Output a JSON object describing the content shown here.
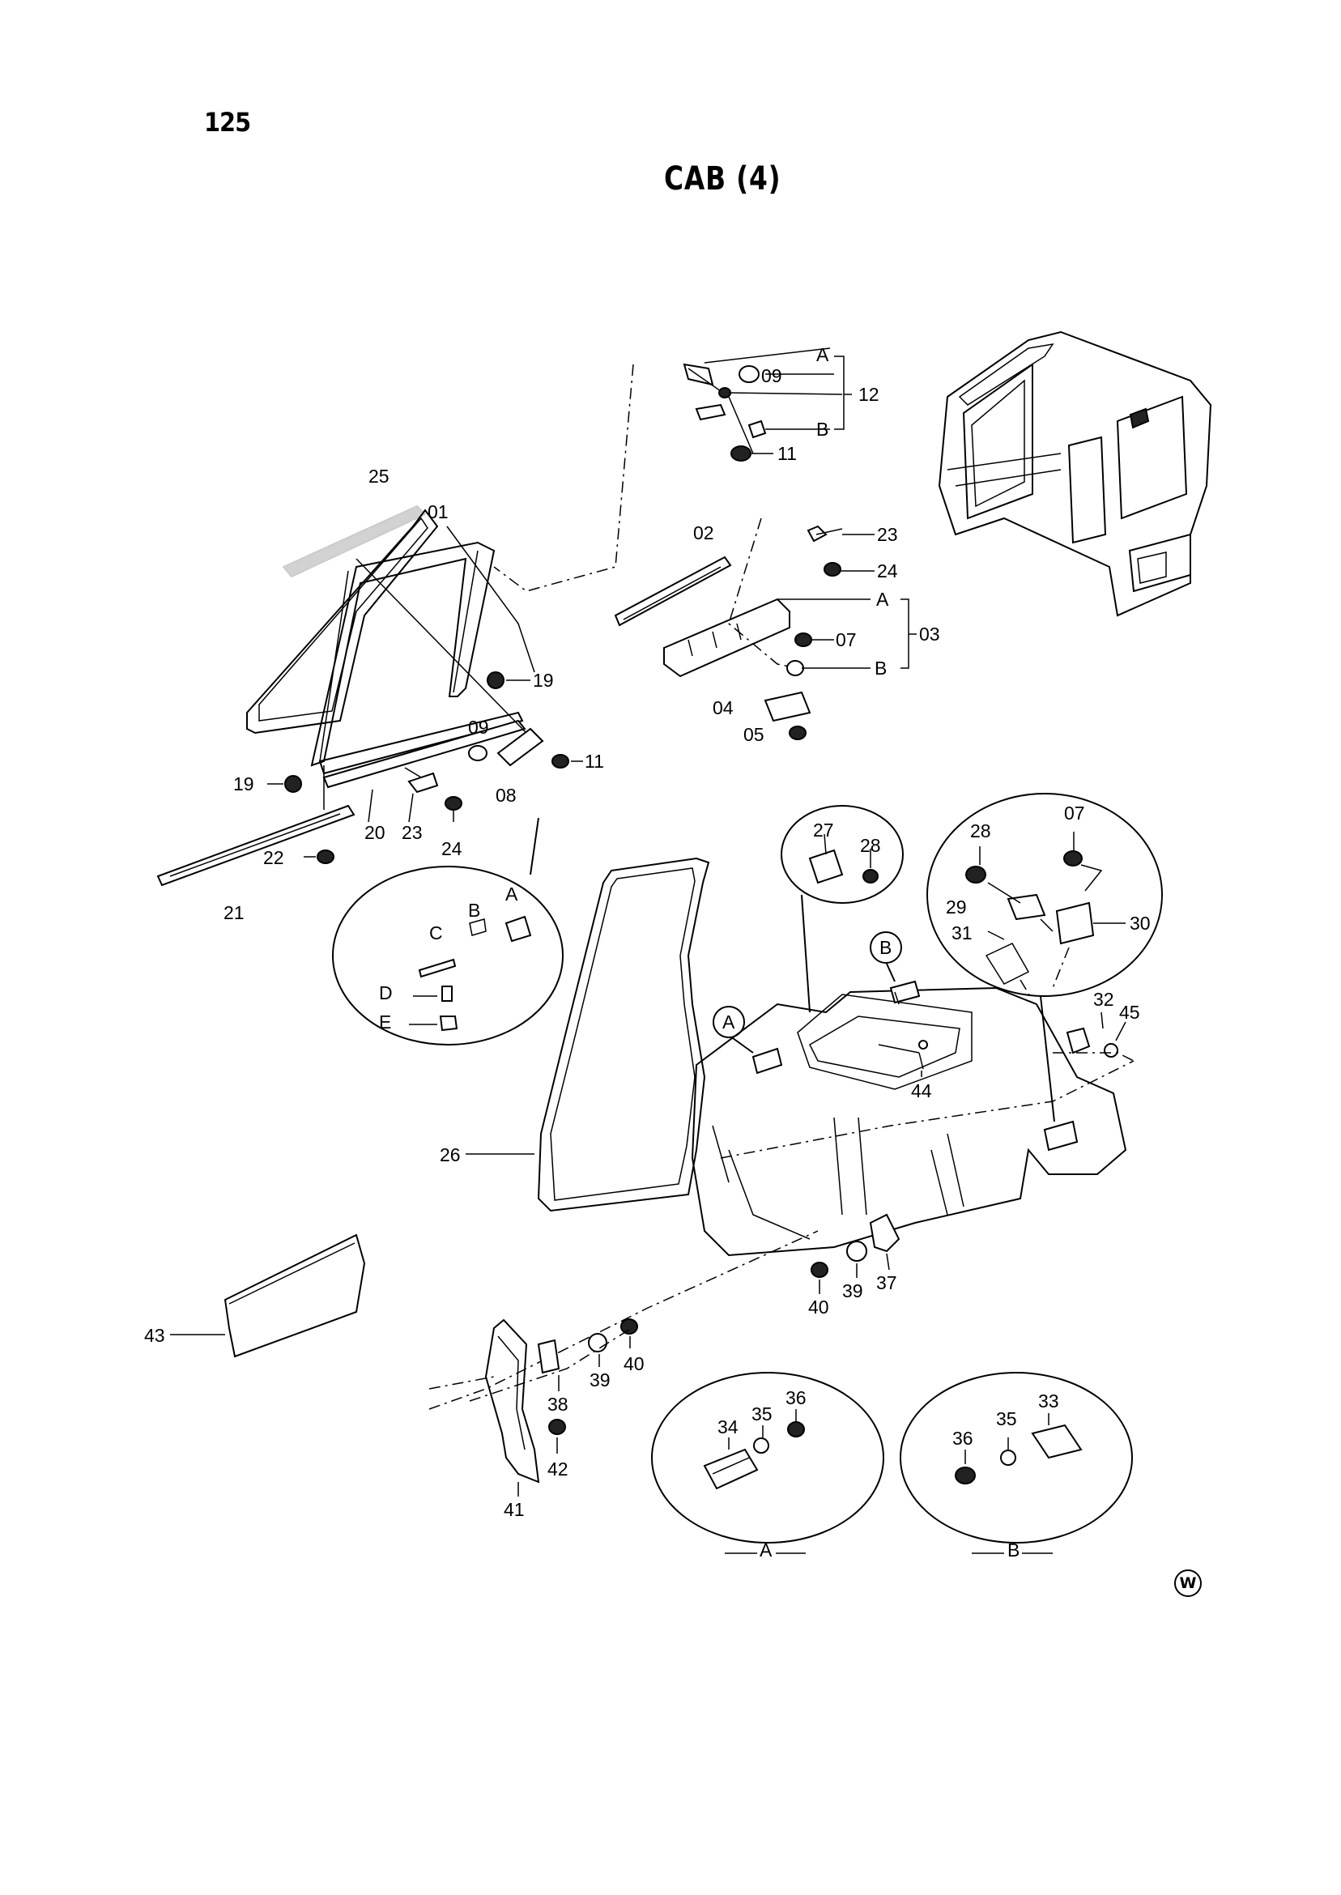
{
  "page": {
    "number": "125",
    "title": "CAB (4)",
    "watermark": "W"
  },
  "callouts": [
    {
      "id": "c-A1",
      "text": "A"
    },
    {
      "id": "c-09a",
      "text": "09"
    },
    {
      "id": "c-12",
      "text": "12"
    },
    {
      "id": "c-B1",
      "text": "B"
    },
    {
      "id": "c-11a",
      "text": "11"
    },
    {
      "id": "c-25",
      "text": "25"
    },
    {
      "id": "c-01",
      "text": "01"
    },
    {
      "id": "c-02",
      "text": "02"
    },
    {
      "id": "c-23a",
      "text": "23"
    },
    {
      "id": "c-24a",
      "text": "24"
    },
    {
      "id": "c-A2",
      "text": "A"
    },
    {
      "id": "c-03",
      "text": "03"
    },
    {
      "id": "c-07a",
      "text": "07"
    },
    {
      "id": "c-B2",
      "text": "B"
    },
    {
      "id": "c-04",
      "text": "04"
    },
    {
      "id": "c-05",
      "text": "05"
    },
    {
      "id": "c-19a",
      "text": "19"
    },
    {
      "id": "c-09b",
      "text": "09"
    },
    {
      "id": "c-11b",
      "text": "11"
    },
    {
      "id": "c-08",
      "text": "08"
    },
    {
      "id": "c-19b",
      "text": "19"
    },
    {
      "id": "c-20",
      "text": "20"
    },
    {
      "id": "c-23b",
      "text": "23"
    },
    {
      "id": "c-24b",
      "text": "24"
    },
    {
      "id": "c-22",
      "text": "22"
    },
    {
      "id": "c-21",
      "text": "21"
    },
    {
      "id": "c-A3",
      "text": "A"
    },
    {
      "id": "c-B3",
      "text": "B"
    },
    {
      "id": "c-C",
      "text": "C"
    },
    {
      "id": "c-D",
      "text": "D"
    },
    {
      "id": "c-E",
      "text": "E"
    },
    {
      "id": "c-27",
      "text": "27"
    },
    {
      "id": "c-28a",
      "text": "28"
    },
    {
      "id": "c-28b",
      "text": "28"
    },
    {
      "id": "c-07b",
      "text": "07"
    },
    {
      "id": "c-29",
      "text": "29"
    },
    {
      "id": "c-30",
      "text": "30"
    },
    {
      "id": "c-31",
      "text": "31"
    },
    {
      "id": "c-32",
      "text": "32"
    },
    {
      "id": "c-45",
      "text": "45"
    },
    {
      "id": "c-Bcirc",
      "text": "B"
    },
    {
      "id": "c-Acirc",
      "text": "A"
    },
    {
      "id": "c-44",
      "text": "44"
    },
    {
      "id": "c-26",
      "text": "26"
    },
    {
      "id": "c-37",
      "text": "37"
    },
    {
      "id": "c-40a",
      "text": "40"
    },
    {
      "id": "c-39a",
      "text": "39"
    },
    {
      "id": "c-43",
      "text": "43"
    },
    {
      "id": "c-38",
      "text": "38"
    },
    {
      "id": "c-39b",
      "text": "39"
    },
    {
      "id": "c-40b",
      "text": "40"
    },
    {
      "id": "c-41",
      "text": "41"
    },
    {
      "id": "c-42",
      "text": "42"
    },
    {
      "id": "c-34",
      "text": "34"
    },
    {
      "id": "c-35a",
      "text": "35"
    },
    {
      "id": "c-36a",
      "text": "36"
    },
    {
      "id": "c-Adet",
      "text": "A"
    },
    {
      "id": "c-33",
      "text": "33"
    },
    {
      "id": "c-35b",
      "text": "35"
    },
    {
      "id": "c-36b",
      "text": "36"
    },
    {
      "id": "c-Bdet",
      "text": "B"
    }
  ]
}
